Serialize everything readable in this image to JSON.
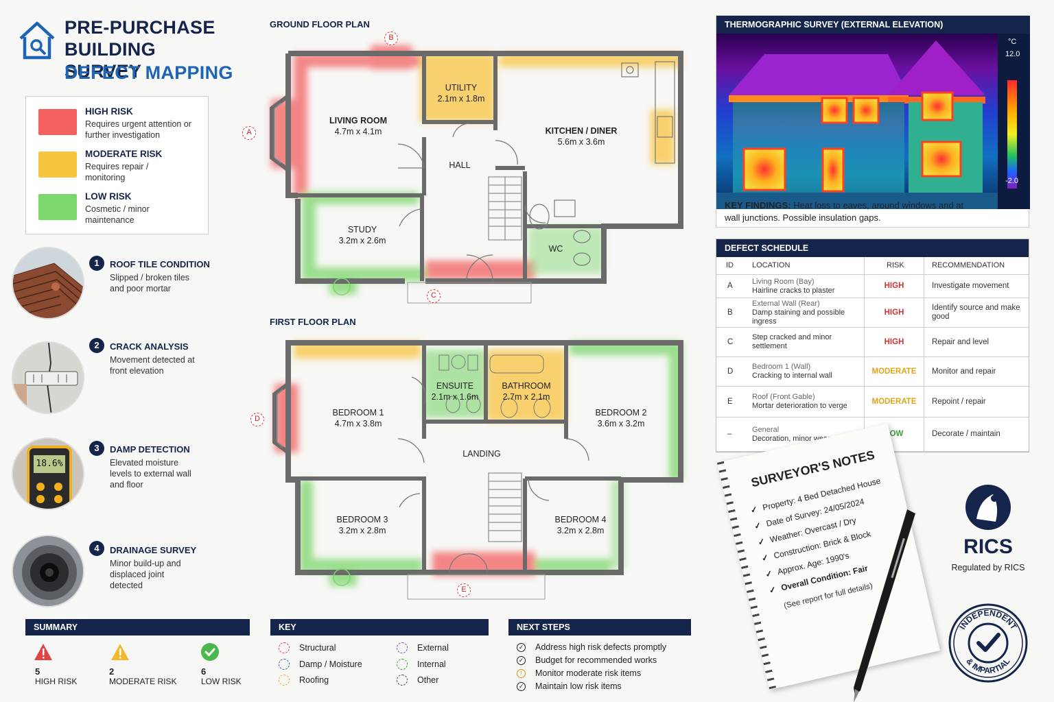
{
  "title": {
    "line1": "PRE-PURCHASE",
    "line2": "BUILDING SURVEY",
    "line3": "DEFECT MAPPING"
  },
  "legend": [
    {
      "name": "HIGH RISK",
      "desc": "Requires urgent attention or further investigation",
      "color": "#f26060"
    },
    {
      "name": "MODERATE RISK",
      "desc": "Requires repair / monitoring",
      "color": "#f9c440"
    },
    {
      "name": "LOW RISK",
      "desc": "Cosmetic / minor maintenance",
      "color": "#7bd66b"
    }
  ],
  "inspections": [
    {
      "num": "1",
      "title": "ROOF TILE CONDITION",
      "desc": "Slipped / broken tiles and poor mortar"
    },
    {
      "num": "2",
      "title": "CRACK ANALYSIS",
      "desc": "Movement detected at front elevation"
    },
    {
      "num": "3",
      "title": "DAMP DETECTION",
      "desc": "Elevated moisture levels to external wall and floor",
      "meter": "18.6%"
    },
    {
      "num": "4",
      "title": "DRAINAGE SURVEY",
      "desc": "Minor build-up and displaced joint detected"
    }
  ],
  "ground_floor": {
    "title": "GROUND FLOOR PLAN",
    "rooms": [
      {
        "name": "LIVING ROOM",
        "size": "4.7m x 4.1m"
      },
      {
        "name": "UTILITY",
        "size": "2.1m x 1.8m"
      },
      {
        "name": "KITCHEN / DINER",
        "size": "5.6m x 3.6m"
      },
      {
        "name": "HALL",
        "size": ""
      },
      {
        "name": "STUDY",
        "size": "3.2m x 2.6m"
      },
      {
        "name": "WC",
        "size": ""
      }
    ],
    "markers": [
      "A",
      "B",
      "C"
    ]
  },
  "first_floor": {
    "title": "FIRST FLOOR PLAN",
    "rooms": [
      {
        "name": "BEDROOM 1",
        "size": "4.7m x 3.8m"
      },
      {
        "name": "ENSUITE",
        "size": "2.1m x 1.6m"
      },
      {
        "name": "BATHROOM",
        "size": "2.7m x 2.1m"
      },
      {
        "name": "BEDROOM 2",
        "size": "3.6m x 3.2m"
      },
      {
        "name": "LANDING",
        "size": ""
      },
      {
        "name": "BEDROOM 3",
        "size": "3.2m x 2.8m"
      },
      {
        "name": "BEDROOM 4",
        "size": "3.2m x 2.8m"
      }
    ],
    "markers": [
      "D",
      "E"
    ]
  },
  "thermal": {
    "title": "THERMOGRAPHIC SURVEY (EXTERNAL ELEVATION)",
    "unit": "°C",
    "max": "12.0",
    "min": "-2.0",
    "findings_label": "KEY FINDINGS:",
    "findings": "Heat loss to eaves, around windows and at wall junctions. Possible insulation gaps."
  },
  "defect_schedule": {
    "title": "DEFECT SCHEDULE",
    "headers": [
      "ID",
      "LOCATION",
      "RISK",
      "RECOMMENDATION"
    ],
    "rows": [
      {
        "id": "A",
        "loc1": "Living Room (Bay)",
        "loc2": "Hairline cracks to plaster",
        "risk": "HIGH",
        "level": "high",
        "rec": "Investigate movement"
      },
      {
        "id": "B",
        "loc1": "External Wall (Rear)",
        "loc2": "Damp staining and possible ingress",
        "risk": "HIGH",
        "level": "high",
        "rec": "Identify source and make good"
      },
      {
        "id": "C",
        "loc1": "",
        "loc2": "Step cracked and minor settlement",
        "risk": "HIGH",
        "level": "high",
        "rec": "Repair and level"
      },
      {
        "id": "D",
        "loc1": "Bedroom 1 (Wall)",
        "loc2": "Cracking to internal wall",
        "risk": "MODERATE",
        "level": "mod",
        "rec": "Monitor and repair"
      },
      {
        "id": "E",
        "loc1": "Roof (Front Gable)",
        "loc2": "Mortar deterioration to verge",
        "risk": "MODERATE",
        "level": "mod",
        "rec": "Repoint / repair"
      },
      {
        "id": "–",
        "loc1": "General",
        "loc2": "Decoration, minor wear and tear",
        "risk": "LOW",
        "level": "low",
        "rec": "Decorate / maintain"
      }
    ]
  },
  "notes": {
    "title": "SURVEYOR'S NOTES",
    "items": [
      "Property: 4 Bed Detached House",
      "Date of Survey: 24/05/2024",
      "Weather: Overcast / Dry",
      "Construction: Brick & Block",
      "Approx. Age: 1990's",
      "Overall Condition: Fair"
    ],
    "footnote": "(See report for full details)"
  },
  "rics": {
    "name": "RICS",
    "tagline": "Regulated by RICS",
    "stamp_top": "INDEPENDENT",
    "stamp_bottom": "& IMPARTIAL"
  },
  "summary": {
    "title": "SUMMARY",
    "items": [
      {
        "count": "5",
        "label": "HIGH RISK",
        "color": "#e04444"
      },
      {
        "count": "2",
        "label": "MODERATE RISK",
        "color": "#f5b82a"
      },
      {
        "count": "6",
        "label": "LOW RISK",
        "color": "#4cb84c"
      }
    ]
  },
  "key": {
    "title": "KEY",
    "items": [
      {
        "label": "Structural",
        "color": "#e04444"
      },
      {
        "label": "External",
        "color": "#8a3fc0"
      },
      {
        "label": "Damp / Moisture",
        "color": "#2b5fb0"
      },
      {
        "label": "Internal",
        "color": "#3e9c3e"
      },
      {
        "label": "Roofing",
        "color": "#f0a030"
      },
      {
        "label": "Other",
        "color": "#444444"
      }
    ]
  },
  "next_steps": {
    "title": "NEXT STEPS",
    "items": [
      "Address high risk defects promptly",
      "Budget for recommended works",
      "Monitor moderate risk items",
      "Maintain low risk items"
    ]
  }
}
